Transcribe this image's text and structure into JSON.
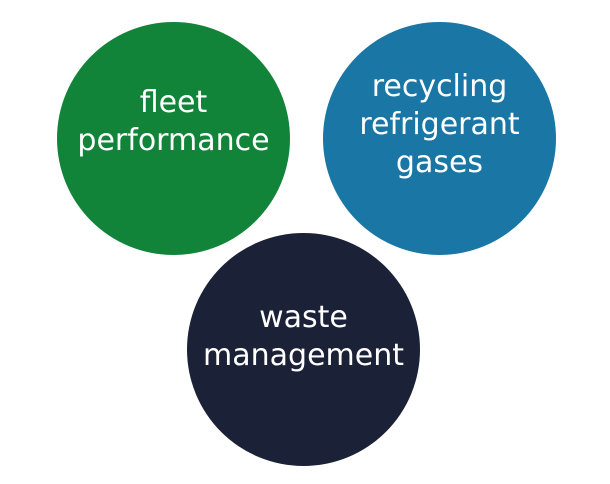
{
  "circles": [
    {
      "label": "fleet\nperformance",
      "color": "#12843a"
    },
    {
      "label": "recycling\nrefrigerant\ngases",
      "color": "#1a76a4"
    },
    {
      "label": "waste\nmanagement",
      "color": "#1b2136"
    }
  ]
}
